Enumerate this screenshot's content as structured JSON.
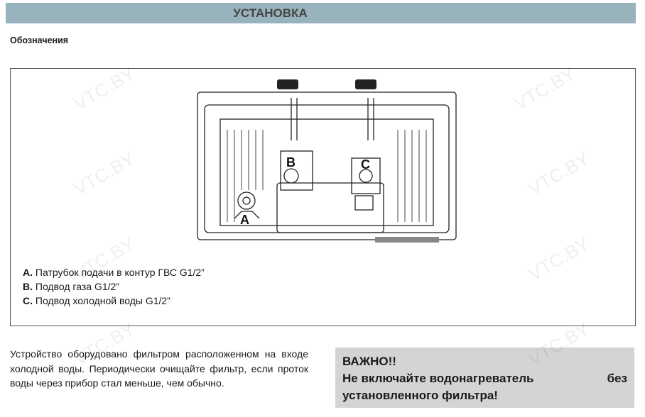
{
  "header": {
    "title": "УСТАНОВКА"
  },
  "subtitle": "Обозначения",
  "diagram": {
    "labels": [
      "A",
      "B",
      "C"
    ]
  },
  "legend": [
    {
      "key": "A.",
      "text": "Патрубок подачи в контур ГВС G1/2”"
    },
    {
      "key": "B.",
      "text": "Подвод газа G1/2”"
    },
    {
      "key": "C.",
      "text": "Подвод холодной воды G1/2”"
    }
  ],
  "paragraph": "Устройство оборудовано фильтром расположенном на входе холодной воды. Периодически очищайте фильтр, если проток воды через прибор стал меньше, чем обычно.",
  "warning": {
    "title": "ВАЖНО!!",
    "line1a": "Не включайте водонагреватель",
    "line1b": "без",
    "line2": "установленного фильтра!"
  },
  "watermark": "VTC.BY"
}
